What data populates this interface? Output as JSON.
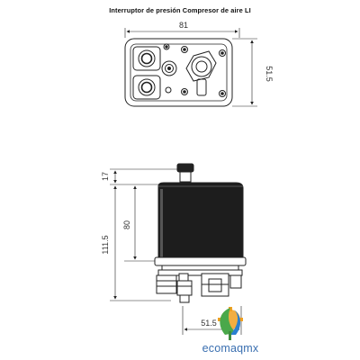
{
  "title": "Interruptor de presión Compresor de aire LI",
  "top_view": {
    "width_label": "81",
    "height_label": "51.5"
  },
  "side_view": {
    "top_label": "17",
    "body_label": "80",
    "total_label": "111.5",
    "base_label": "51.5"
  },
  "brand": {
    "name": "ecomaqmx",
    "colors": {
      "text": "#3a6fb0",
      "green": "#4aa84a",
      "orange": "#f0a020",
      "blue": "#2a7fd0"
    }
  }
}
